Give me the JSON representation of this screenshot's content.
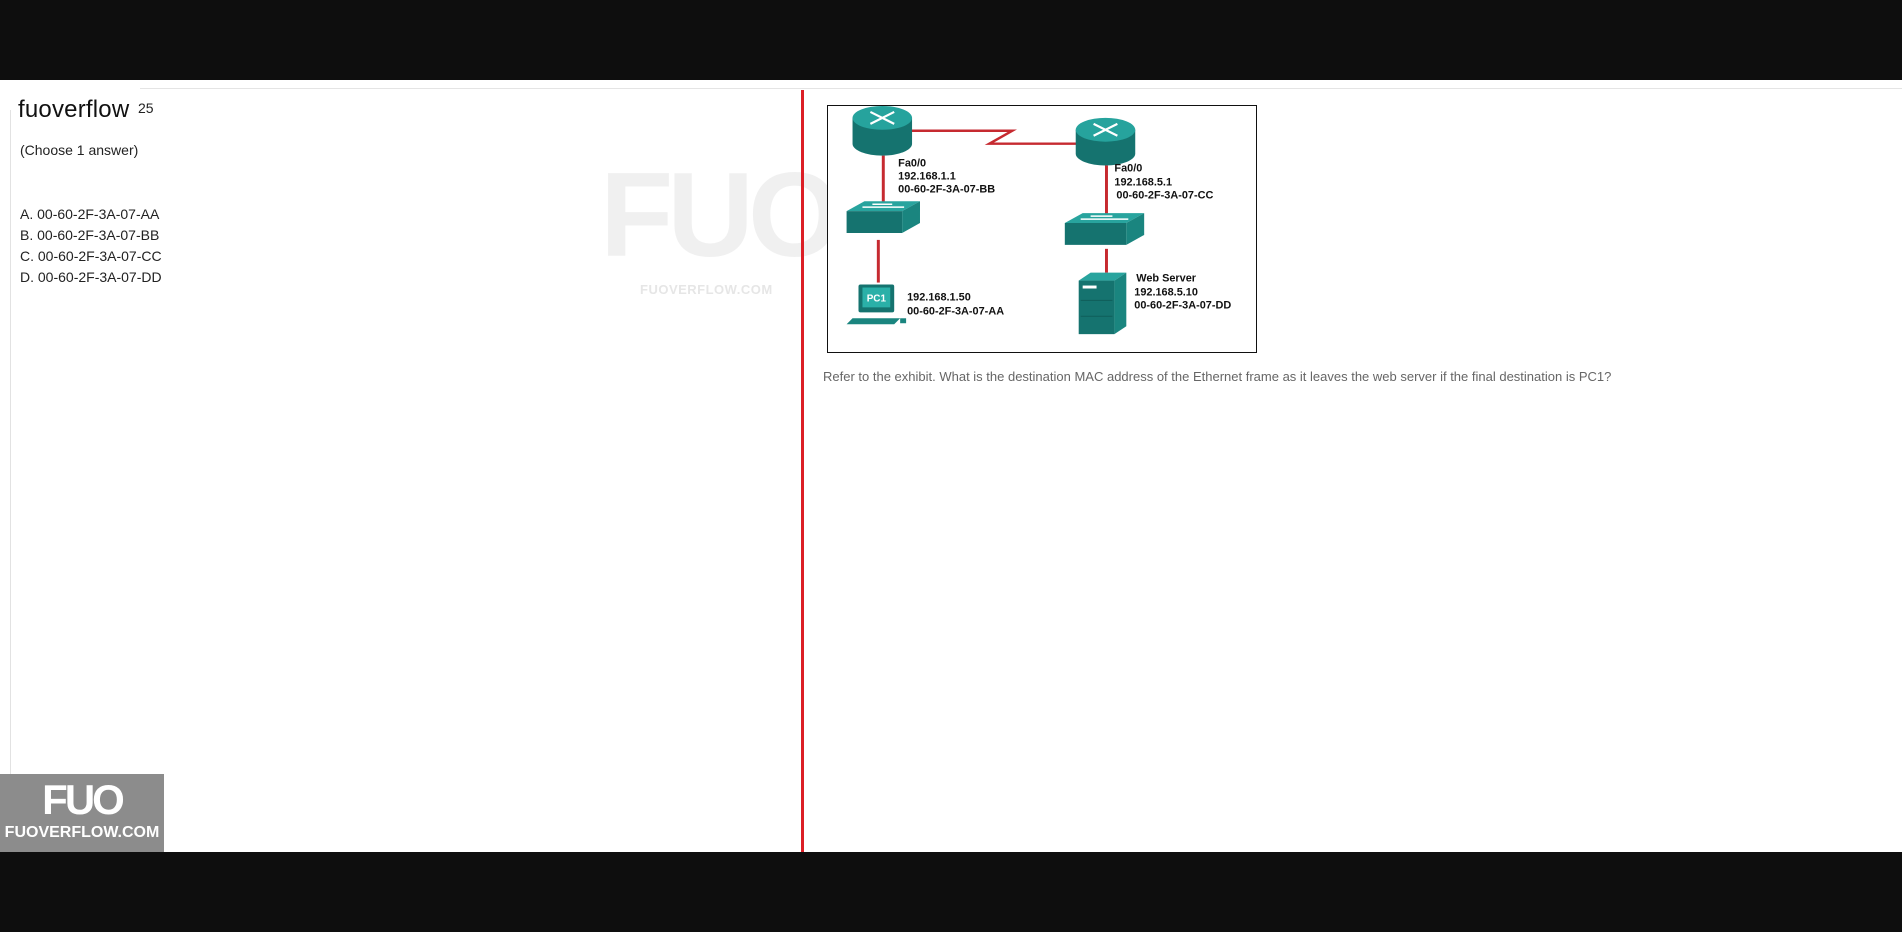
{
  "brand": "fuoverflow",
  "question_number": "25",
  "instruction": "(Choose 1 answer)",
  "options": [
    "A. 00-60-2F-3A-07-AA",
    "B. 00-60-2F-3A-07-BB",
    "C. 00-60-2F-3A-07-CC",
    "D. 00-60-2F-3A-07-DD"
  ],
  "watermark": {
    "logo_text": "FUO",
    "site": "FUOVERFLOW.COM"
  },
  "exhibit": {
    "router1": {
      "interface": "Fa0/0",
      "ip": "192.168.1.1",
      "mac": "00-60-2F-3A-07-BB"
    },
    "router2": {
      "interface": "Fa0/0",
      "ip": "192.168.5.1",
      "mac": "00-60-2F-3A-07-CC"
    },
    "pc": {
      "label": "PC1",
      "ip": "192.168.1.50",
      "mac": "00-60-2F-3A-07-AA"
    },
    "server": {
      "label": "Web Server",
      "ip": "192.168.5.10",
      "mac": "00-60-2F-3A-07-DD"
    }
  },
  "question": "Refer to the exhibit. What is the destination MAC address of the Ethernet frame as it leaves the web server if the final destination is PC1?",
  "colors": {
    "divider": "#dc1f26",
    "device_teal": "#1e8b87",
    "link_red": "#c62a30",
    "logo_bg": "#8c8c8c"
  }
}
